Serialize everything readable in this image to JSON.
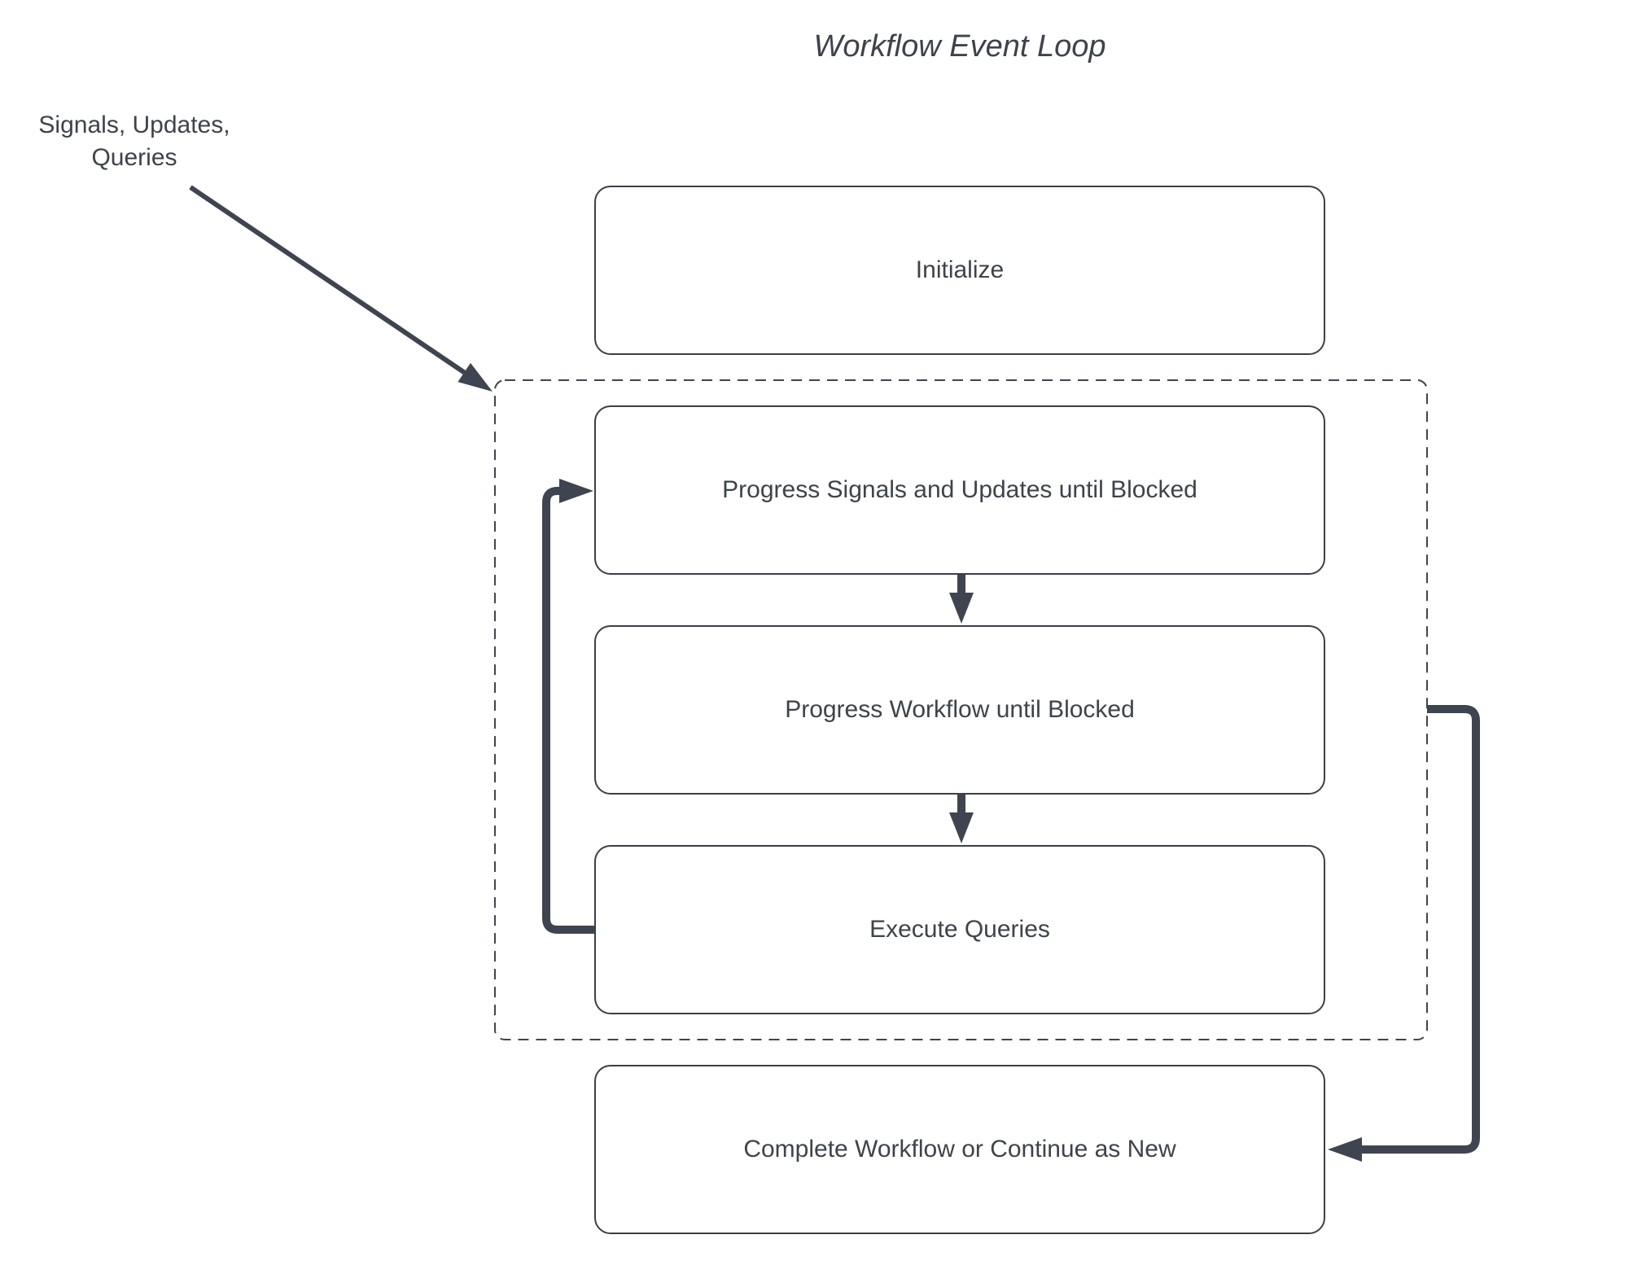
{
  "title": "Workflow Event Loop",
  "annotation": {
    "text": "Signals, Updates,\nQueries"
  },
  "nodes": [
    {
      "id": "initialize",
      "label": "Initialize"
    },
    {
      "id": "progress-signals-updates",
      "label": "Progress Signals and Updates until Blocked"
    },
    {
      "id": "progress-workflow",
      "label": "Progress Workflow until Blocked"
    },
    {
      "id": "execute-queries",
      "label": "Execute Queries"
    },
    {
      "id": "complete-or-continue",
      "label": "Complete Workflow or Continue as New"
    }
  ],
  "edges": [
    {
      "from": "annotation",
      "to": "event-loop-container",
      "style": "thin-diagonal-arrow"
    },
    {
      "from": "progress-signals-updates",
      "to": "progress-workflow",
      "style": "thick-down-arrow"
    },
    {
      "from": "progress-workflow",
      "to": "execute-queries",
      "style": "thick-down-arrow"
    },
    {
      "from": "execute-queries",
      "to": "progress-signals-updates",
      "style": "thick-left-loop-arrow"
    },
    {
      "from": "event-loop-container",
      "to": "complete-or-continue",
      "style": "thick-right-down-arrow"
    }
  ],
  "container": {
    "id": "event-loop-container",
    "style": "dashed-rounded-rect"
  },
  "colors": {
    "arrow": "#3e4450",
    "box_border": "#3a3f48",
    "text": "#3e434b",
    "background": "#ffffff"
  }
}
